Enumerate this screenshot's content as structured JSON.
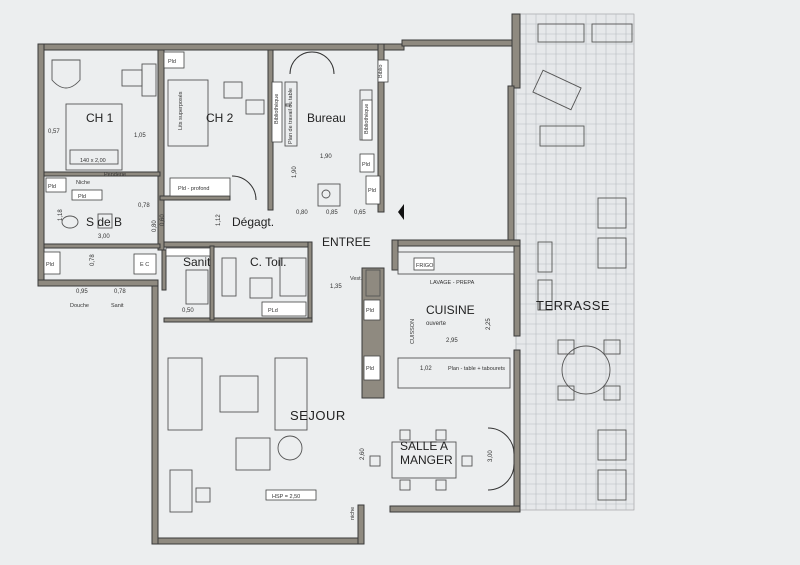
{
  "rooms": {
    "ch1": "CH 1",
    "ch2": "CH 2",
    "bureau": "Bureau",
    "sdeb": "S de B",
    "degagt": "Dégagt.",
    "entree": "ENTREE",
    "sanit": "Sanit",
    "ctoil": "C. Toil.",
    "ec": "E C",
    "cuisine": "CUISINE",
    "cuisine_sub": "ouverte",
    "terrasse": "TERRASSE",
    "sejour": "SEJOUR",
    "salle1": "SALLE A",
    "salle2": "MANGER"
  },
  "labels": {
    "lits": "Lits superposés",
    "bed": "140 x 2,00",
    "penderie": "Penderie",
    "niche": "Niche",
    "pld": "Pld",
    "pld_profond": "Pld - profond",
    "pld_mixed": "PLd",
    "biblio": "Biblio",
    "bibliotheque": "Bibliothèque",
    "plan_travail": "Plan de travail ou table",
    "frigo": "FRIGO",
    "lavage": "LAVAGE - PREPA",
    "cuisson": "CUISSON",
    "vest": "Vest.",
    "plan_table": "Plan - table + tabourets",
    "niche2": "niche",
    "douche": "Douche",
    "sanit_dim": "Sanit",
    "hsp": "HSP = 2,50"
  },
  "dims": {
    "d057": "0,57",
    "d105": "1,05",
    "d078": "0,78",
    "d300": "3,00",
    "d118": "1,18",
    "d080": "0,80",
    "d190": "1,90",
    "d190v": "1,90",
    "d080b": "0,80",
    "d085": "0,85",
    "d065": "0,65",
    "d112": "1,12",
    "d135": "1,35",
    "d050": "0,50",
    "d095": "0,95",
    "d078b": "0,78",
    "d078c": "0,78",
    "d225": "2,25",
    "d295": "2,95",
    "d102": "1,02",
    "d260": "2,60",
    "d300b": "3,00",
    "d060": "0,60"
  }
}
